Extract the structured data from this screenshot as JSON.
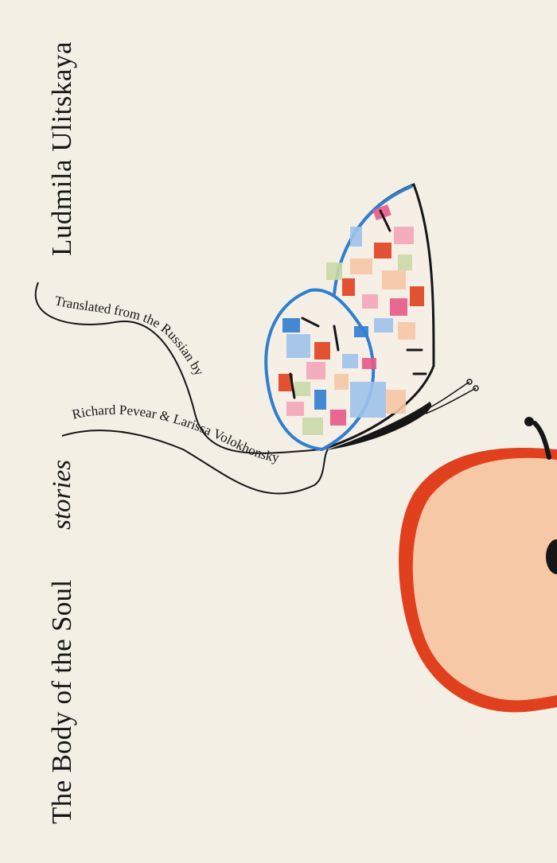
{
  "cover": {
    "author": "Ludmila Ulitskaya",
    "title": "The Body of the Soul",
    "subtitle": "stories",
    "translated_line": "Translated from the Russian by",
    "translators_line": "Richard Pevear & Larissa Volokhonsky"
  },
  "colors": {
    "background": "#f4efe5",
    "ink": "#161616",
    "apple_skin": "#e0401e",
    "apple_flesh": "#f7c8a5",
    "wing_outline": "#2f7fd0"
  },
  "illustrations": [
    "butterfly-icon",
    "apple-icon"
  ]
}
